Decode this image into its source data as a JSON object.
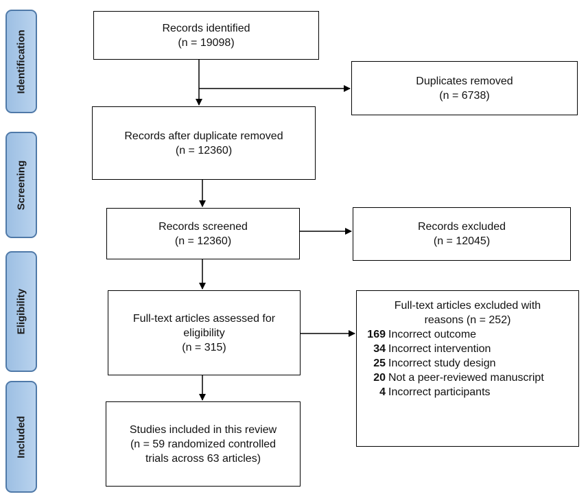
{
  "phases": {
    "identification": "Identification",
    "screening": "Screening",
    "eligibility": "Eligibility",
    "included": "Included"
  },
  "boxes": {
    "identified": {
      "title": "Records identified",
      "count": "(n = 19098)"
    },
    "duplicates": {
      "title": "Duplicates removed",
      "count": "(n = 6738)"
    },
    "after_duplicates": {
      "title": "Records after duplicate removed",
      "count": "(n = 12360)"
    },
    "screened": {
      "title": "Records screened",
      "count": "(n = 12360)"
    },
    "excluded": {
      "title": "Records excluded",
      "count": "(n = 12045)"
    },
    "fulltext": {
      "title_line1": "Full-text articles assessed for",
      "title_line2": "eligibility",
      "count": "(n = 315)"
    },
    "included": {
      "line1": "Studies included in this review",
      "line2": "(n = 59 randomized controlled",
      "line3": "trials across 63 articles)"
    }
  },
  "fulltext_excluded": {
    "header_line1": "Full-text articles excluded with",
    "header_line2": "reasons (n = 252)",
    "reasons": [
      {
        "count": "169",
        "label": "Incorrect outcome"
      },
      {
        "count": "34",
        "label": "Incorrect intervention"
      },
      {
        "count": "25",
        "label": "Incorrect study design"
      },
      {
        "count": "20",
        "label": "Not a peer-reviewed manuscript"
      },
      {
        "count": "4",
        "label": "Incorrect participants"
      }
    ]
  }
}
